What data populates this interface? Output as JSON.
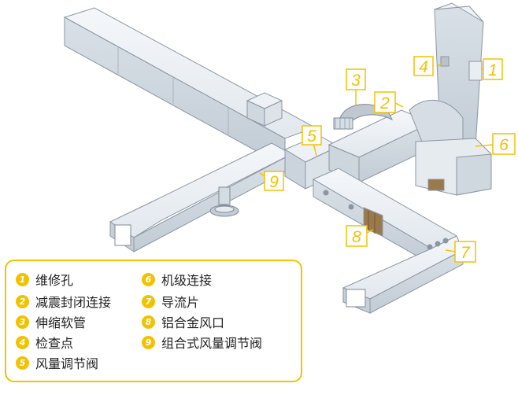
{
  "callouts": [
    {
      "num": "1"
    },
    {
      "num": "2"
    },
    {
      "num": "3"
    },
    {
      "num": "4"
    },
    {
      "num": "5"
    },
    {
      "num": "6"
    },
    {
      "num": "7"
    },
    {
      "num": "8"
    },
    {
      "num": "9"
    }
  ],
  "legend": [
    {
      "num": "1",
      "label": "维修孔"
    },
    {
      "num": "2",
      "label": "减震封闭连接"
    },
    {
      "num": "3",
      "label": "伸缩软管"
    },
    {
      "num": "4",
      "label": "检查点"
    },
    {
      "num": "5",
      "label": "风量调节阀"
    },
    {
      "num": "6",
      "label": "机级连接"
    },
    {
      "num": "7",
      "label": "导流片"
    },
    {
      "num": "8",
      "label": "铝合金风口"
    },
    {
      "num": "9",
      "label": "组合式风量调节阀"
    }
  ],
  "colors": {
    "accent": "#f2c200",
    "duct_top": "#eef2f6",
    "duct_side": "#d3dbe3",
    "duct_dark": "#b9c3cd",
    "outline": "#7f8a96"
  }
}
